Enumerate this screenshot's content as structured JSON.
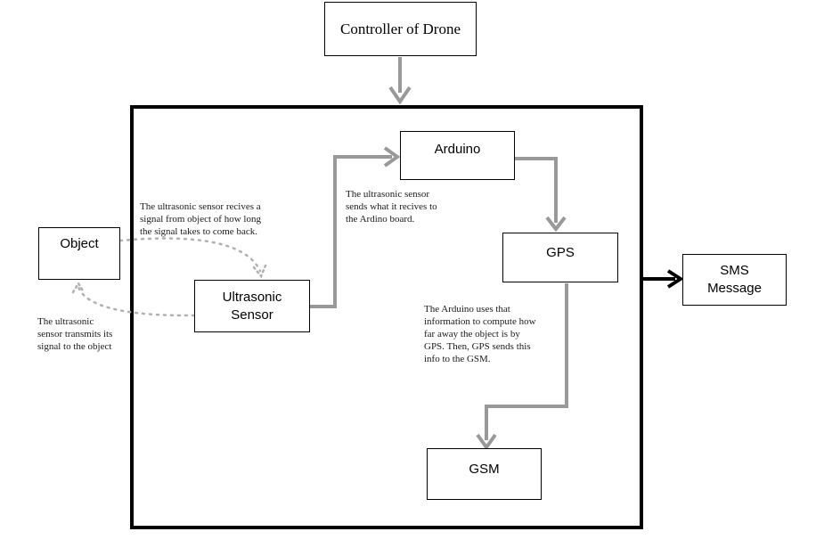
{
  "boxes": {
    "controller": "Controller of Drone",
    "arduino": "Arduino",
    "gps": "GPS",
    "object": "Object",
    "ultrasonic": "Ultrasonic\nSensor",
    "sms": "SMS\nMessage",
    "gsm": "GSM"
  },
  "notes": {
    "receive": "The ultrasonic sensor recives a\nsignal from object of how long\nthe signal takes to come back.",
    "sends": "The ultrasonic sensor\nsends what it recives to\nthe Ardino board.",
    "transmit": "The ultrasonic\nsensor transmits its\nsignal to the object",
    "compute": "The Arduino uses that\ninformation to compute how\nfar away the object is by\nGPS. Then, GPS sends this\ninfo to the GSM."
  },
  "colors": {
    "flow_arrow": "#999999",
    "signal_arrow": "#b0b0b0",
    "output_arrow": "#000000",
    "box_border": "#000000"
  }
}
